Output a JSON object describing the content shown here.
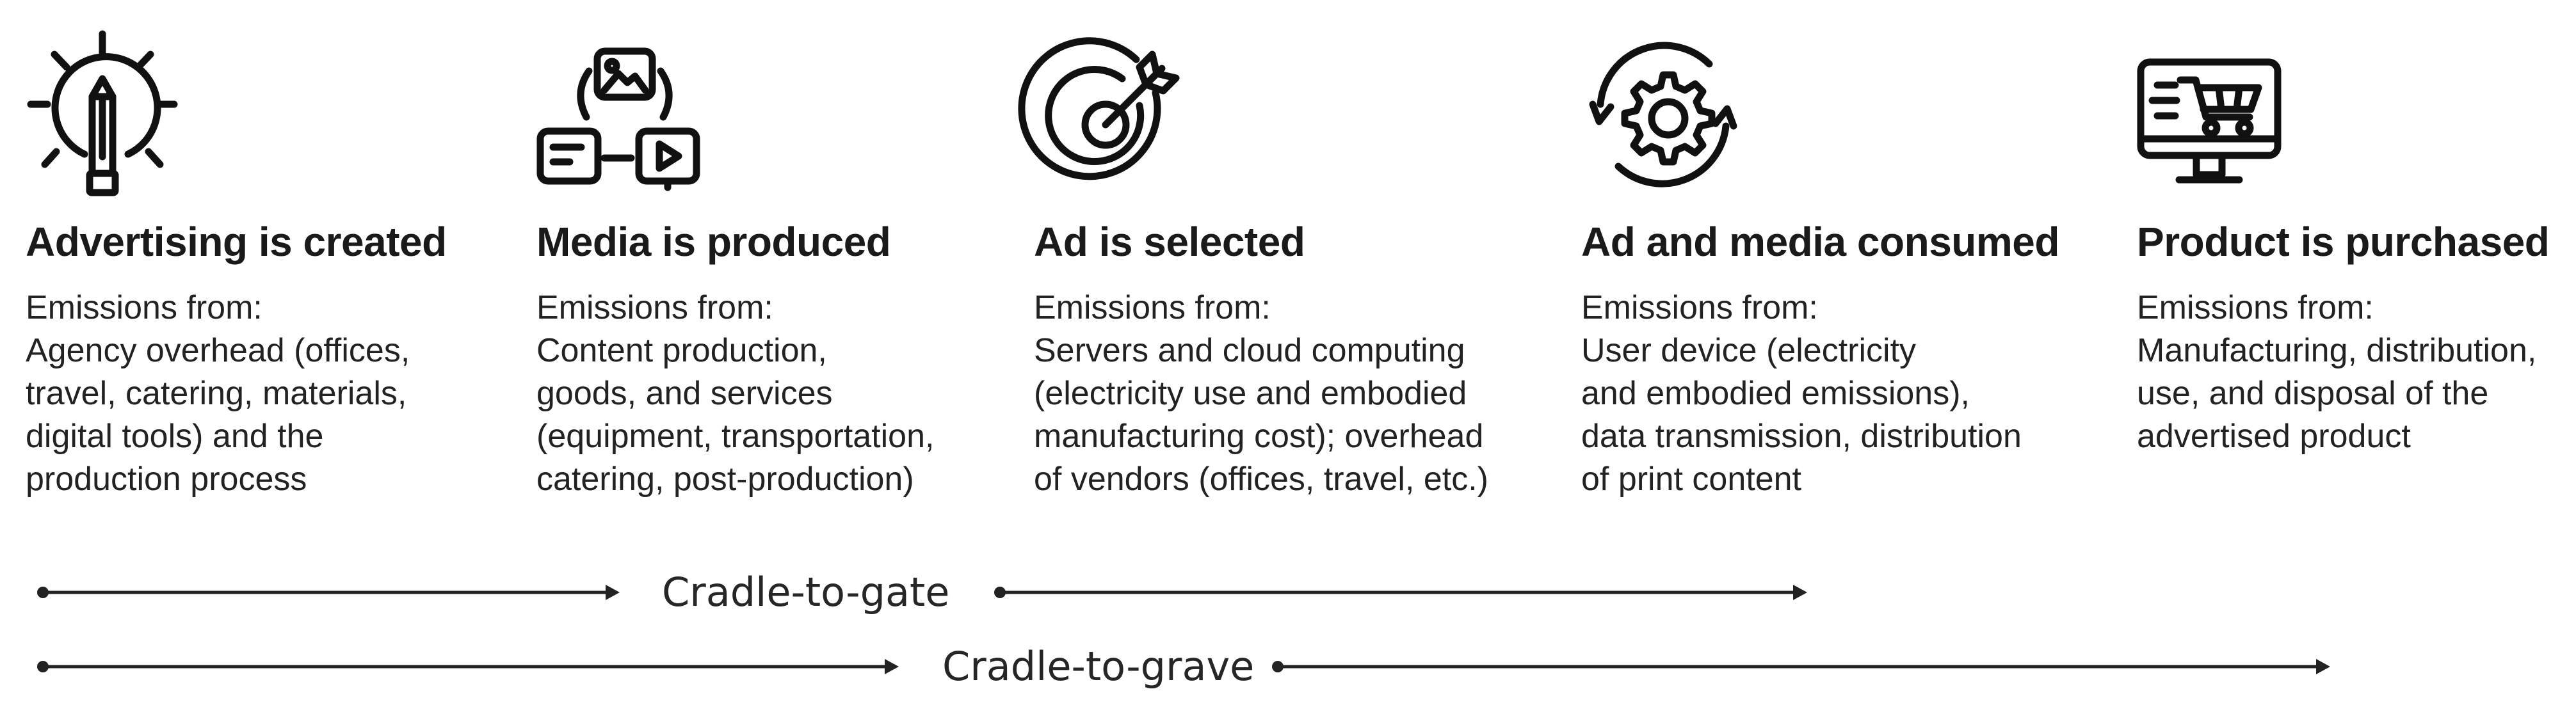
{
  "stages": [
    {
      "icon": "lightbulb-pencil-icon",
      "title": "Advertising is created",
      "lead": "Emissions from:",
      "desc": "Agency overhead (offices,\ntravel, catering, materials,\ndigital tools) and the\nproduction process"
    },
    {
      "icon": "media-content-icon",
      "title": "Media is produced",
      "lead": "Emissions from:",
      "desc": "Content production,\ngoods, and services\n(equipment, transportation,\ncatering, post-production)"
    },
    {
      "icon": "target-dart-icon",
      "title": "Ad is selected",
      "lead": "Emissions from:",
      "desc": "Servers and cloud computing\n(electricity use and embodied\nmanufacturing cost); overhead\nof vendors (offices, travel, etc.)"
    },
    {
      "icon": "gear-cycle-icon",
      "title": "Ad and media consumed",
      "lead": "Emissions from:",
      "desc": "User device (electricity\nand embodied emissions),\ndata transmission, distribution\nof print content"
    },
    {
      "icon": "monitor-cart-icon",
      "title": "Product is purchased",
      "lead": "Emissions from:",
      "desc": "Manufacturing, distribution,\nuse, and disposal of the\nadvertised product"
    }
  ],
  "ranges": {
    "cradle_to_gate": "Cradle-to-gate",
    "cradle_to_grave": "Cradle-to-grave"
  }
}
